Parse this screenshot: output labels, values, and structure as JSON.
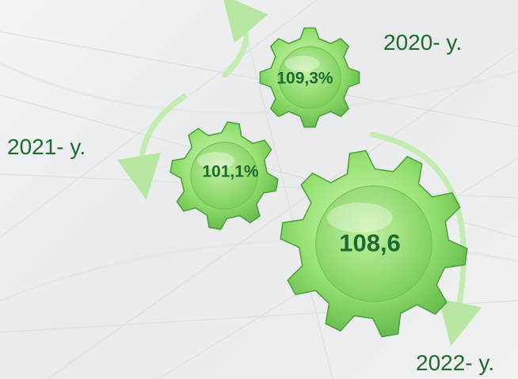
{
  "gears": [
    {
      "id": "gear-2020",
      "year_label": "2020- y.",
      "value_label": "109,3%"
    },
    {
      "id": "gear-2021",
      "year_label": "2021- y.",
      "value_label": "101,1%"
    },
    {
      "id": "gear-2022",
      "year_label": "2022- y.",
      "value_label": "108,6"
    }
  ],
  "colors": {
    "gear_light": "#c9f2b0",
    "gear_mid": "#8fdc6e",
    "gear_dark": "#4fa83a",
    "text_green": "#1f6b2e",
    "arrow": "#b7e7a3"
  }
}
